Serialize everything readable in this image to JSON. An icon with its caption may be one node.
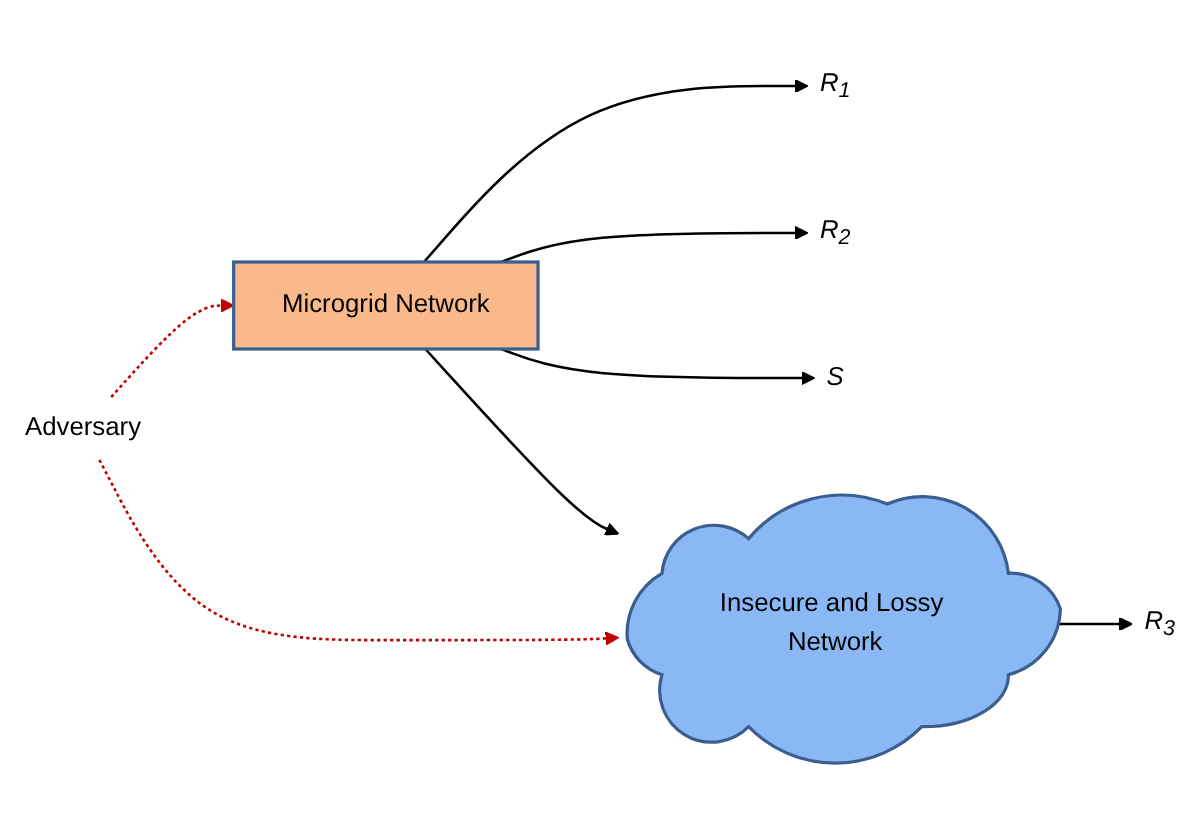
{
  "diagram": {
    "nodes": [
      {
        "text": [
          "Microgrid Network"
        ]
      },
      {
        "text": [
          "Insecure and Lossy Network"
        ]
      },
      {
        "text": [
          "R$_{1}$"
        ]
      },
      {
        "text": [
          "R$_{2}$"
        ]
      },
      {
        "text": [
          "R$_{3}$"
        ]
      },
      {
        "text": [
          "S"
        ]
      },
      {
        "text": [
          "Adversary"
        ]
      }
    ],
    "edges": [
      {
        "from": 0,
        "to": 2,
        "arrow": "to"
      },
      {
        "from": 0,
        "to": 3,
        "arrow": "to"
      },
      {
        "from": 1,
        "to": 4,
        "arrow": "to"
      },
      {
        "from": 0,
        "to": 5,
        "arrow": "to"
      },
      {
        "from": 0,
        "to": 1,
        "arrow": "to"
      },
      {
        "from": 6,
        "to": 0,
        "arrow": "to",
        "style": "dashed",
        "color": "#c00000"
      },
      {
        "from": 6,
        "to": 1,
        "arrow": "to",
        "style": "dashed",
        "color": "#c00000"
      }
    ]
  }
}
